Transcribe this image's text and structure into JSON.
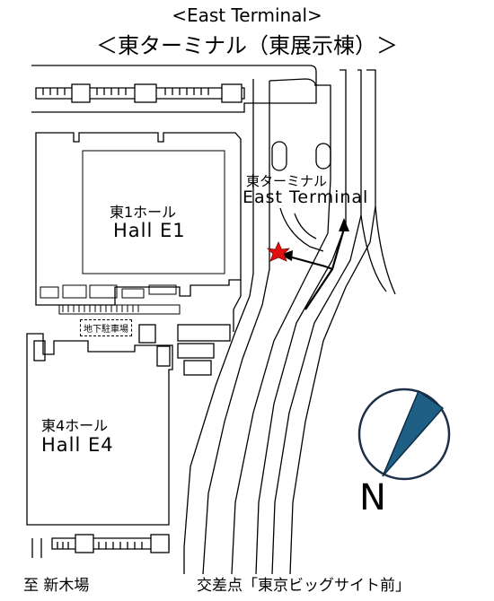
{
  "title": {
    "english": "<East Terminal>",
    "japanese": "＜東ターミナル（東展示棟）＞"
  },
  "halls": {
    "e1": {
      "ja": "東1ホール",
      "en": "Hall  E1"
    },
    "e4": {
      "ja": "東4ホール",
      "en": "Hall  E4"
    }
  },
  "terminal": {
    "ja": "東ターミナル",
    "en": "East  Terminal"
  },
  "parking_label": "地下駐車場",
  "directions": {
    "shinkiba": "至  新木場",
    "intersection": "交差点「東京ビッグサイト前」"
  },
  "compass": {
    "label": "N",
    "needle_color": "#1f5f86"
  },
  "marker": {
    "color": "#e01010",
    "name": "current-location"
  }
}
